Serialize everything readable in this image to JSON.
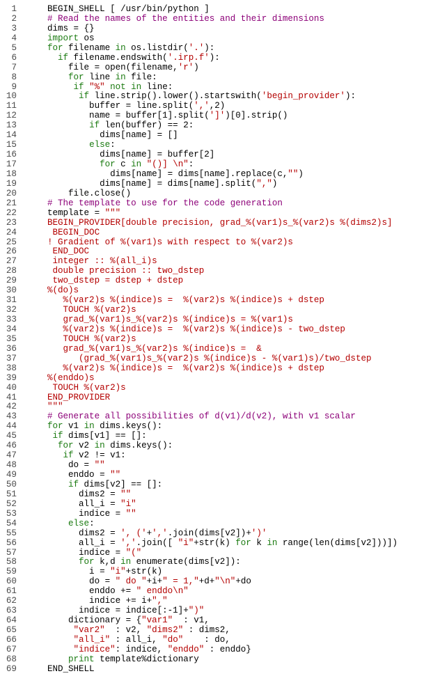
{
  "colors": {
    "keyword": "#1a7a10",
    "string": "#b40000",
    "comment": "#8c0078",
    "text": "#000000",
    "line_number": "#4a4a4a",
    "background": "#ffffff"
  },
  "lines": [
    {
      "n": "1",
      "tokens": [
        [
          "pl",
          "BEGIN_SHELL [ /usr/bin/python ]"
        ]
      ]
    },
    {
      "n": "2",
      "tokens": [
        [
          "cm",
          "# Read the names of the entities and their dimensions"
        ]
      ]
    },
    {
      "n": "3",
      "tokens": [
        [
          "pl",
          "dims = {}"
        ]
      ]
    },
    {
      "n": "4",
      "tokens": [
        [
          "kw",
          "import"
        ],
        [
          "pl",
          " os"
        ]
      ]
    },
    {
      "n": "5",
      "tokens": [
        [
          "kw",
          "for"
        ],
        [
          "pl",
          " filename "
        ],
        [
          "kw",
          "in"
        ],
        [
          "pl",
          " os.listdir("
        ],
        [
          "str",
          "'.'"
        ],
        [
          "pl",
          "):"
        ]
      ]
    },
    {
      "n": "6",
      "tokens": [
        [
          "pl",
          "  "
        ],
        [
          "kw",
          "if"
        ],
        [
          "pl",
          " filename.endswith("
        ],
        [
          "str",
          "'.irp.f'"
        ],
        [
          "pl",
          "):"
        ]
      ]
    },
    {
      "n": "7",
      "tokens": [
        [
          "pl",
          "    file = open(filename,"
        ],
        [
          "str",
          "'r'"
        ],
        [
          "pl",
          ")"
        ]
      ]
    },
    {
      "n": "8",
      "tokens": [
        [
          "pl",
          "    "
        ],
        [
          "kw",
          "for"
        ],
        [
          "pl",
          " line "
        ],
        [
          "kw",
          "in"
        ],
        [
          "pl",
          " file:"
        ]
      ]
    },
    {
      "n": "9",
      "tokens": [
        [
          "pl",
          "     "
        ],
        [
          "kw",
          "if"
        ],
        [
          "pl",
          " "
        ],
        [
          "str",
          "\"%\""
        ],
        [
          "pl",
          " "
        ],
        [
          "kw",
          "not in"
        ],
        [
          "pl",
          " line:"
        ]
      ]
    },
    {
      "n": "10",
      "tokens": [
        [
          "pl",
          "      "
        ],
        [
          "kw",
          "if"
        ],
        [
          "pl",
          " line.strip().lower().startswith("
        ],
        [
          "str",
          "'begin_provider'"
        ],
        [
          "pl",
          "):"
        ]
      ]
    },
    {
      "n": "11",
      "tokens": [
        [
          "pl",
          "        buffer = line.split("
        ],
        [
          "str",
          "','"
        ],
        [
          "pl",
          ",2)"
        ]
      ]
    },
    {
      "n": "12",
      "tokens": [
        [
          "pl",
          "        name = buffer[1].split("
        ],
        [
          "str",
          "']'"
        ],
        [
          "pl",
          ")[0].strip()"
        ]
      ]
    },
    {
      "n": "13",
      "tokens": [
        [
          "pl",
          "        "
        ],
        [
          "kw",
          "if"
        ],
        [
          "pl",
          " len(buffer) == 2:"
        ]
      ]
    },
    {
      "n": "14",
      "tokens": [
        [
          "pl",
          "          dims[name] = []"
        ]
      ]
    },
    {
      "n": "15",
      "tokens": [
        [
          "pl",
          "        "
        ],
        [
          "kw",
          "else"
        ],
        [
          "pl",
          ":"
        ]
      ]
    },
    {
      "n": "16",
      "tokens": [
        [
          "pl",
          "          dims[name] = buffer[2]"
        ]
      ]
    },
    {
      "n": "17",
      "tokens": [
        [
          "pl",
          "          "
        ],
        [
          "kw",
          "for"
        ],
        [
          "pl",
          " c "
        ],
        [
          "kw",
          "in"
        ],
        [
          "pl",
          " "
        ],
        [
          "str",
          "\"()] \\n\""
        ],
        [
          "pl",
          ":"
        ]
      ]
    },
    {
      "n": "18",
      "tokens": [
        [
          "pl",
          "            dims[name] = dims[name].replace(c,"
        ],
        [
          "str",
          "\"\""
        ],
        [
          "pl",
          ")"
        ]
      ]
    },
    {
      "n": "19",
      "tokens": [
        [
          "pl",
          "          dims[name] = dims[name].split("
        ],
        [
          "str",
          "\",\""
        ],
        [
          "pl",
          ")"
        ]
      ]
    },
    {
      "n": "20",
      "tokens": [
        [
          "pl",
          "    file.close()"
        ]
      ]
    },
    {
      "n": "21",
      "tokens": [
        [
          "cm",
          "# The template to use for the code generation"
        ]
      ]
    },
    {
      "n": "22",
      "tokens": [
        [
          "pl",
          "template = "
        ],
        [
          "str",
          "\"\"\""
        ]
      ]
    },
    {
      "n": "23",
      "tokens": [
        [
          "str",
          "BEGIN_PROVIDER[double precision, grad_%(var1)s_%(var2)s %(dims2)s]"
        ]
      ]
    },
    {
      "n": "24",
      "tokens": [
        [
          "str",
          " BEGIN_DOC"
        ]
      ]
    },
    {
      "n": "25",
      "tokens": [
        [
          "str",
          "! Gradient of %(var1)s with respect to %(var2)s"
        ]
      ]
    },
    {
      "n": "26",
      "tokens": [
        [
          "str",
          " END_DOC"
        ]
      ]
    },
    {
      "n": "27",
      "tokens": [
        [
          "str",
          " integer :: %(all_i)s"
        ]
      ]
    },
    {
      "n": "28",
      "tokens": [
        [
          "str",
          " double precision :: two_dstep"
        ]
      ]
    },
    {
      "n": "29",
      "tokens": [
        [
          "str",
          " two_dstep = dstep + dstep"
        ]
      ]
    },
    {
      "n": "30",
      "tokens": [
        [
          "str",
          "%(do)s"
        ]
      ]
    },
    {
      "n": "31",
      "tokens": [
        [
          "str",
          "   %(var2)s %(indice)s =  %(var2)s %(indice)s + dstep"
        ]
      ]
    },
    {
      "n": "32",
      "tokens": [
        [
          "str",
          "   TOUCH %(var2)s"
        ]
      ]
    },
    {
      "n": "33",
      "tokens": [
        [
          "str",
          "   grad_%(var1)s_%(var2)s %(indice)s = %(var1)s"
        ]
      ]
    },
    {
      "n": "34",
      "tokens": [
        [
          "str",
          "   %(var2)s %(indice)s =  %(var2)s %(indice)s - two_dstep"
        ]
      ]
    },
    {
      "n": "35",
      "tokens": [
        [
          "str",
          "   TOUCH %(var2)s"
        ]
      ]
    },
    {
      "n": "36",
      "tokens": [
        [
          "str",
          "   grad_%(var1)s_%(var2)s %(indice)s =  &"
        ]
      ]
    },
    {
      "n": "37",
      "tokens": [
        [
          "str",
          "      (grad_%(var1)s_%(var2)s %(indice)s - %(var1)s)/two_dstep"
        ]
      ]
    },
    {
      "n": "38",
      "tokens": [
        [
          "str",
          "   %(var2)s %(indice)s =  %(var2)s %(indice)s + dstep"
        ]
      ]
    },
    {
      "n": "39",
      "tokens": [
        [
          "str",
          "%(enddo)s"
        ]
      ]
    },
    {
      "n": "40",
      "tokens": [
        [
          "str",
          " TOUCH %(var2)s"
        ]
      ]
    },
    {
      "n": "41",
      "tokens": [
        [
          "str",
          "END_PROVIDER"
        ]
      ]
    },
    {
      "n": "42",
      "tokens": [
        [
          "str",
          "\"\"\""
        ]
      ]
    },
    {
      "n": "43",
      "tokens": [
        [
          "cm",
          "# Generate all possibilities of d(v1)/d(v2), with v1 scalar"
        ]
      ]
    },
    {
      "n": "44",
      "tokens": [
        [
          "kw",
          "for"
        ],
        [
          "pl",
          " v1 "
        ],
        [
          "kw",
          "in"
        ],
        [
          "pl",
          " dims.keys():"
        ]
      ]
    },
    {
      "n": "45",
      "tokens": [
        [
          "pl",
          " "
        ],
        [
          "kw",
          "if"
        ],
        [
          "pl",
          " dims[v1] == []:"
        ]
      ]
    },
    {
      "n": "46",
      "tokens": [
        [
          "pl",
          "  "
        ],
        [
          "kw",
          "for"
        ],
        [
          "pl",
          " v2 "
        ],
        [
          "kw",
          "in"
        ],
        [
          "pl",
          " dims.keys():"
        ]
      ]
    },
    {
      "n": "47",
      "tokens": [
        [
          "pl",
          "   "
        ],
        [
          "kw",
          "if"
        ],
        [
          "pl",
          " v2 != v1:"
        ]
      ]
    },
    {
      "n": "48",
      "tokens": [
        [
          "pl",
          "    do = "
        ],
        [
          "str",
          "\"\""
        ]
      ]
    },
    {
      "n": "49",
      "tokens": [
        [
          "pl",
          "    enddo = "
        ],
        [
          "str",
          "\"\""
        ]
      ]
    },
    {
      "n": "50",
      "tokens": [
        [
          "pl",
          "    "
        ],
        [
          "kw",
          "if"
        ],
        [
          "pl",
          " dims[v2] == []:"
        ]
      ]
    },
    {
      "n": "51",
      "tokens": [
        [
          "pl",
          "      dims2 = "
        ],
        [
          "str",
          "\"\""
        ]
      ]
    },
    {
      "n": "52",
      "tokens": [
        [
          "pl",
          "      all_i = "
        ],
        [
          "str",
          "\"i\""
        ]
      ]
    },
    {
      "n": "53",
      "tokens": [
        [
          "pl",
          "      indice = "
        ],
        [
          "str",
          "\"\""
        ]
      ]
    },
    {
      "n": "54",
      "tokens": [
        [
          "pl",
          "    "
        ],
        [
          "kw",
          "else"
        ],
        [
          "pl",
          ":"
        ]
      ]
    },
    {
      "n": "55",
      "tokens": [
        [
          "pl",
          "      dims2 = "
        ],
        [
          "str",
          "', ('"
        ],
        [
          "pl",
          "+"
        ],
        [
          "str",
          "','"
        ],
        [
          "pl",
          ".join(dims[v2])+"
        ],
        [
          "str",
          "')'"
        ]
      ]
    },
    {
      "n": "56",
      "tokens": [
        [
          "pl",
          "      all_i = "
        ],
        [
          "str",
          "','"
        ],
        [
          "pl",
          ".join([ "
        ],
        [
          "str",
          "\"i\""
        ],
        [
          "pl",
          "+str(k) "
        ],
        [
          "kw",
          "for"
        ],
        [
          "pl",
          " k "
        ],
        [
          "kw",
          "in"
        ],
        [
          "pl",
          " range(len(dims[v2]))])"
        ]
      ]
    },
    {
      "n": "57",
      "tokens": [
        [
          "pl",
          "      indice = "
        ],
        [
          "str",
          "\"(\""
        ]
      ]
    },
    {
      "n": "58",
      "tokens": [
        [
          "pl",
          "      "
        ],
        [
          "kw",
          "for"
        ],
        [
          "pl",
          " k,d "
        ],
        [
          "kw",
          "in"
        ],
        [
          "pl",
          " enumerate(dims[v2]):"
        ]
      ]
    },
    {
      "n": "59",
      "tokens": [
        [
          "pl",
          "        i = "
        ],
        [
          "str",
          "\"i\""
        ],
        [
          "pl",
          "+str(k)"
        ]
      ]
    },
    {
      "n": "60",
      "tokens": [
        [
          "pl",
          "        do = "
        ],
        [
          "str",
          "\" do \""
        ],
        [
          "pl",
          "+i+"
        ],
        [
          "str",
          "\" = 1,\""
        ],
        [
          "pl",
          "+d+"
        ],
        [
          "str",
          "\"\\n\""
        ],
        [
          "pl",
          "+do"
        ]
      ]
    },
    {
      "n": "61",
      "tokens": [
        [
          "pl",
          "        enddo += "
        ],
        [
          "str",
          "\" enddo\\n\""
        ]
      ]
    },
    {
      "n": "62",
      "tokens": [
        [
          "pl",
          "        indice += i+"
        ],
        [
          "str",
          "\",\""
        ]
      ]
    },
    {
      "n": "63",
      "tokens": [
        [
          "pl",
          "      indice = indice[:-1]+"
        ],
        [
          "str",
          "\")\""
        ]
      ]
    },
    {
      "n": "64",
      "tokens": [
        [
          "pl",
          "    dictionary = {"
        ],
        [
          "str",
          "\"var1\""
        ],
        [
          "pl",
          "  : v1,"
        ]
      ]
    },
    {
      "n": "65",
      "tokens": [
        [
          "pl",
          "     "
        ],
        [
          "str",
          "\"var2\""
        ],
        [
          "pl",
          "  : v2, "
        ],
        [
          "str",
          "\"dims2\""
        ],
        [
          "pl",
          " : dims2,"
        ]
      ]
    },
    {
      "n": "66",
      "tokens": [
        [
          "pl",
          "     "
        ],
        [
          "str",
          "\"all_i\""
        ],
        [
          "pl",
          " : all_i, "
        ],
        [
          "str",
          "\"do\""
        ],
        [
          "pl",
          "    : do,"
        ]
      ]
    },
    {
      "n": "67",
      "tokens": [
        [
          "pl",
          "     "
        ],
        [
          "str",
          "\"indice\""
        ],
        [
          "pl",
          ": indice, "
        ],
        [
          "str",
          "\"enddo\""
        ],
        [
          "pl",
          " : enddo}"
        ]
      ]
    },
    {
      "n": "68",
      "tokens": [
        [
          "pl",
          "    "
        ],
        [
          "kw",
          "print"
        ],
        [
          "pl",
          " template%dictionary"
        ]
      ]
    },
    {
      "n": "69",
      "tokens": [
        [
          "pl",
          "END_SHELL"
        ]
      ]
    }
  ]
}
